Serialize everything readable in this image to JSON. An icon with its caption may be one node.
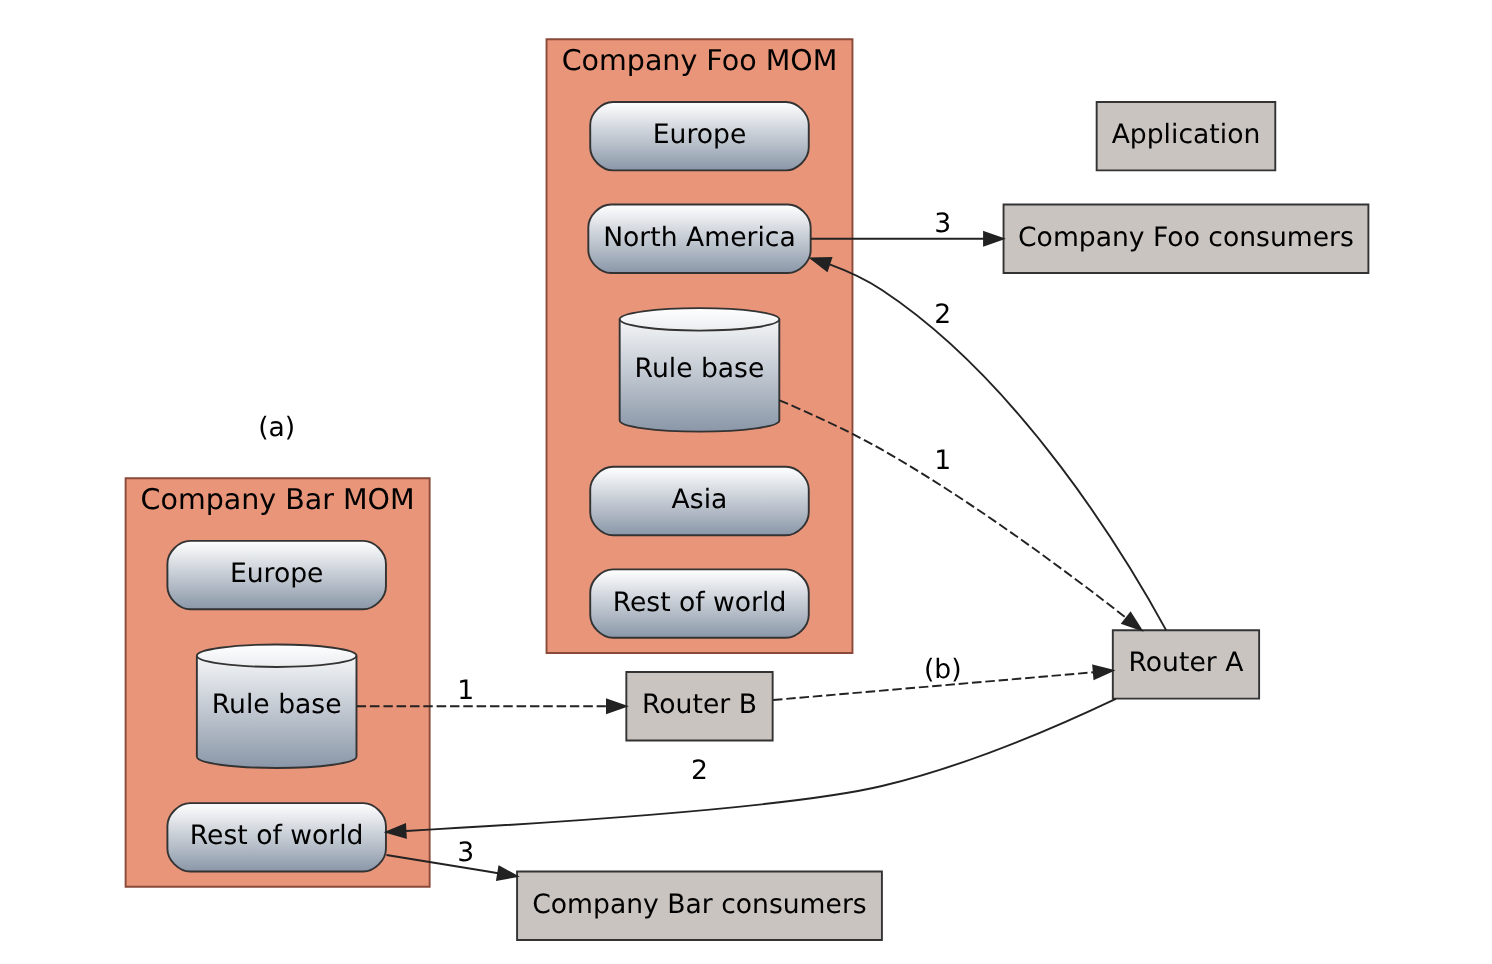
{
  "diagram": {
    "nodes": [
      {
        "text": [
          "Company Foo MOM"
        ]
      },
      {
        "text": [
          "Europe"
        ],
        "in": 0
      },
      {
        "text": [
          "North America"
        ],
        "in": 0
      },
      {
        "text": [
          "Rule base"
        ],
        "in": 0
      },
      {
        "text": [
          "Asia"
        ],
        "in": 0
      },
      {
        "text": [
          "Rest of world"
        ],
        "in": 0
      },
      {
        "text": [
          "Company Foo consumers"
        ]
      },
      {
        "text": [
          "Application"
        ]
      },
      {
        "text": [
          "Router A"
        ]
      },
      {
        "text": [
          "Router B"
        ]
      },
      {
        "text": [
          "Company Bar MOM"
        ]
      },
      {
        "text": [
          "Europe"
        ],
        "in": 10
      },
      {
        "text": [
          "Rule base"
        ],
        "in": 10
      },
      {
        "text": [
          "Rest of world"
        ],
        "in": 10
      },
      {
        "text": [
          "Company Bar consumers"
        ]
      }
    ],
    "edges": [
      {
        "from": 8,
        "to": 2,
        "arrow": "to",
        "label": "2"
      },
      {
        "from": 2,
        "to": 6,
        "arrow": "to",
        "label": "3"
      },
      {
        "from": 3,
        "to": 8,
        "arrow": "to",
        "label": "1",
        "style": "dashed"
      },
      {
        "from": 9,
        "to": 8,
        "arrow": "to",
        "label": "(b)",
        "style": "dashed"
      },
      {
        "from": 12,
        "to": 9,
        "arrow": "to",
        "label": "1",
        "style": "dashed"
      },
      {
        "from": 8,
        "to": 13,
        "arrow": "to",
        "label": "2"
      },
      {
        "from": 13,
        "to": 14,
        "arrow": "to",
        "label": "3"
      }
    ],
    "labels": [
      "(a)"
    ]
  }
}
